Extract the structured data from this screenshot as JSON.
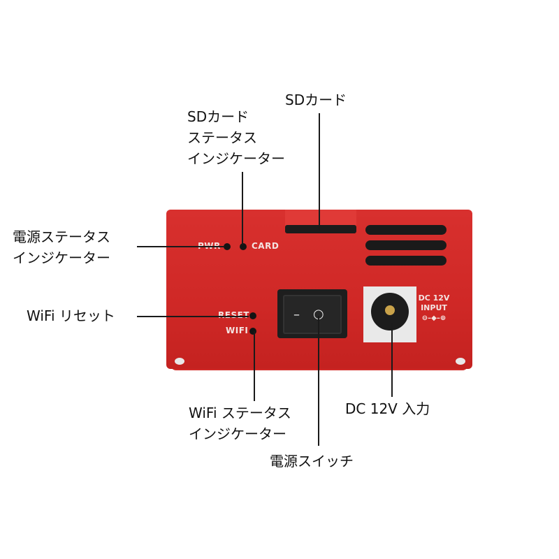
{
  "callouts": {
    "sd_card": "SDカード",
    "sd_status": [
      "SDカード",
      "ステータス",
      "インジケーター"
    ],
    "power_status": [
      "電源ステータス",
      "インジケーター"
    ],
    "wifi_reset": "WiFi リセット",
    "wifi_status": [
      "WiFi ステータス",
      "インジケーター"
    ],
    "power_switch": "電源スイッチ",
    "dc_input": "DC 12V 入力"
  },
  "device_labels": {
    "pwr": "PWR",
    "card": "CARD",
    "reset": "RESET",
    "wifi": "WIFI",
    "dc_line1": "DC 12V",
    "dc_line2": "INPUT",
    "polarity": "⊖–◆–⊕",
    "switch_off": "–",
    "switch_on": "○"
  },
  "colors": {
    "device_body": "#d02a28",
    "leader_line": "#1a1a1a"
  }
}
